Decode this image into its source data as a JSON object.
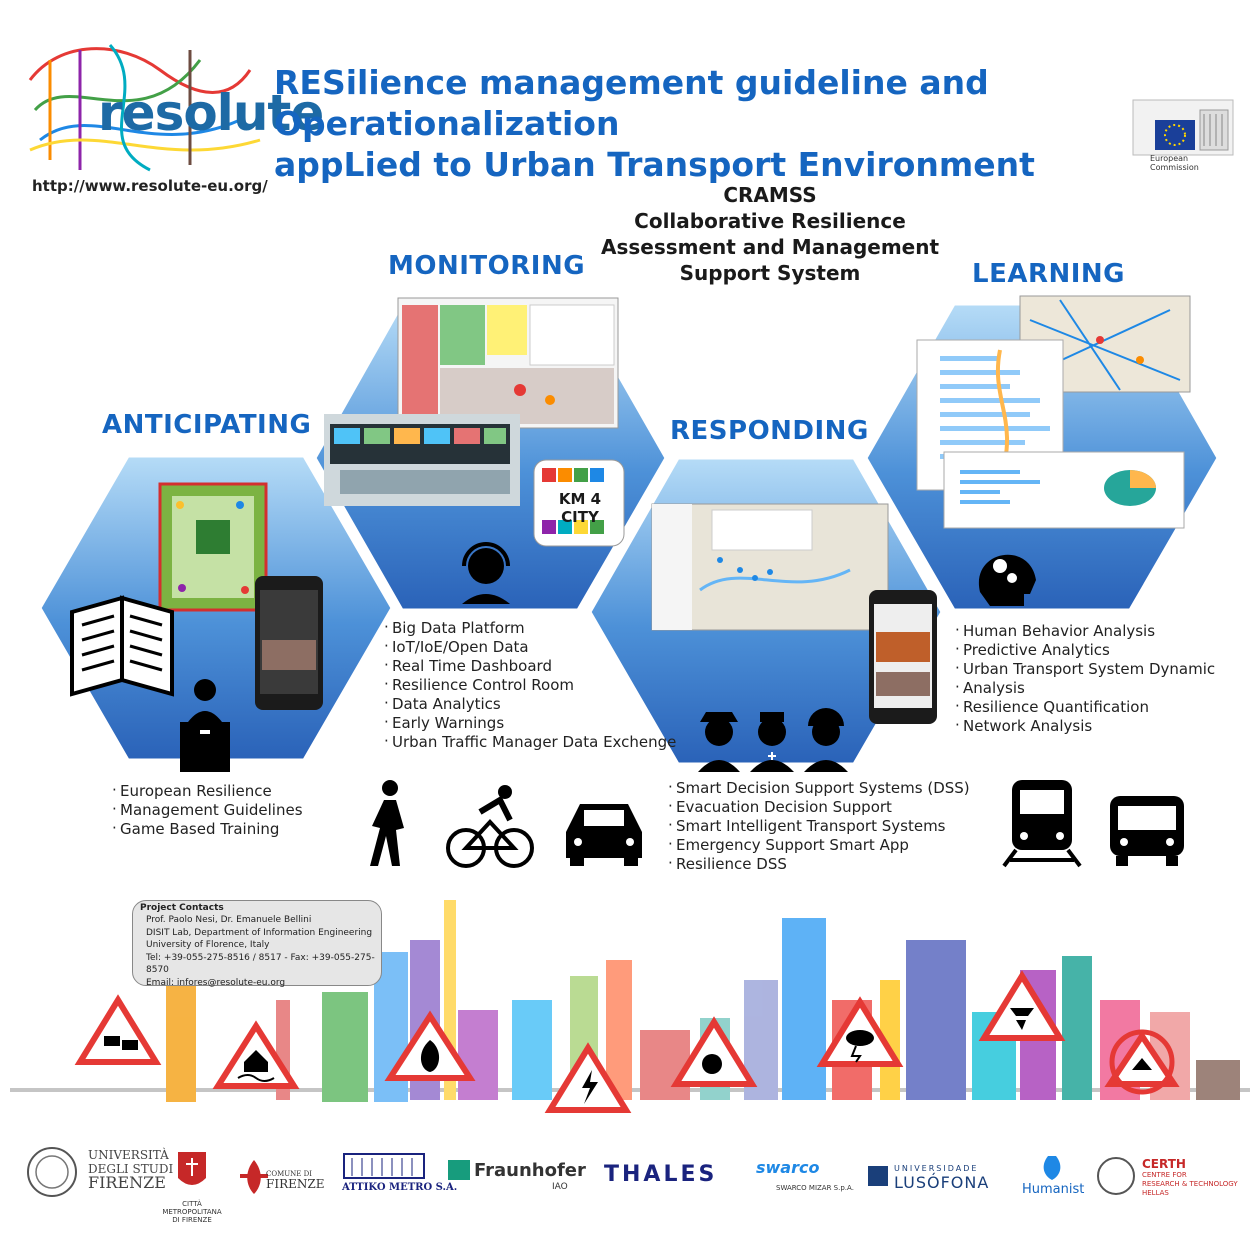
{
  "header": {
    "logo_word": "resolute",
    "url": "http://www.resolute-eu.org/",
    "title_line1": "RESilience management guideline and Operationalization",
    "title_line2": "appLied to Urban Transport Environment",
    "ec_label_line1": "European",
    "ec_label_line2": "Commission"
  },
  "cramss": {
    "line1": "CRAMSS",
    "line2": "Collaborative Resilience",
    "line3": "Assessment and Management",
    "line4": "Support System"
  },
  "sections": {
    "anticipating": {
      "heading": "ANTICIPATING",
      "bullets": [
        "European Resilience",
        "Management Guidelines",
        "Game Based Training"
      ]
    },
    "monitoring": {
      "heading": "MONITORING",
      "badge": "KM 4 CITY",
      "bullets": [
        "Big Data Platform",
        "IoT/IoE/Open Data",
        "Real Time Dashboard",
        "Resilience Control Room",
        "Data Analytics",
        "Early Warnings",
        "Urban Traffic Manager Data Exchenge"
      ]
    },
    "responding": {
      "heading": "RESPONDING",
      "bullets": [
        "Smart Decision Support Systems (DSS)",
        "Evacuation Decision Support",
        "Smart Intelligent Transport Systems",
        "Emergency Support Smart App",
        "Resilience DSS"
      ]
    },
    "learning": {
      "heading": "LEARNING",
      "bullets": [
        "Human Behavior Analysis",
        "Predictive Analytics",
        "Urban Transport System Dynamic",
        "Analysis",
        "Resilience Quantification",
        "Network Analysis"
      ]
    }
  },
  "contacts": {
    "title": "Project Contacts",
    "lines": [
      "Prof. Paolo Nesi, Dr. Emanuele Bellini",
      "DISIT Lab, Department of Information Engineering",
      "University of Florence, Italy",
      "Tel: +39-055-275-8516 / 8517 - Fax: +39-055-275-8570",
      "Email: infores@resolute-eu.org"
    ]
  },
  "sponsors": {
    "unifi_1": "UNIVERSITÀ",
    "unifi_2": "DEGLI STUDI",
    "unifi_3": "FIRENZE",
    "citta_1": "CITTÀ METROPOLITANA",
    "citta_2": "DI FIRENZE",
    "comune_1": "COMUNE DI",
    "comune_2": "FIRENZE",
    "attiko": "ATTIKO METRO S.A.",
    "fraunhofer": "Fraunhofer",
    "fraunhofer_sub": "IAO",
    "thales": "THALES",
    "swarco": "swarco",
    "swarco_sub": "SWARCO MIZAR S.p.A.",
    "lusofona_1": "UNIVERSIDADE",
    "lusofona_2": "LUSÓFONA",
    "humanist": "Humanist",
    "certh": "CERTH",
    "certh_1": "CENTRE FOR",
    "certh_2": "RESEARCH & TECHNOLOGY",
    "certh_3": "HELLAS"
  },
  "colors": {
    "title_blue": "#1565c0",
    "panel_green": "#e3f0d7",
    "hex_blue_top": "#a7d3f5",
    "hex_blue_bottom": "#2f6fc2"
  }
}
